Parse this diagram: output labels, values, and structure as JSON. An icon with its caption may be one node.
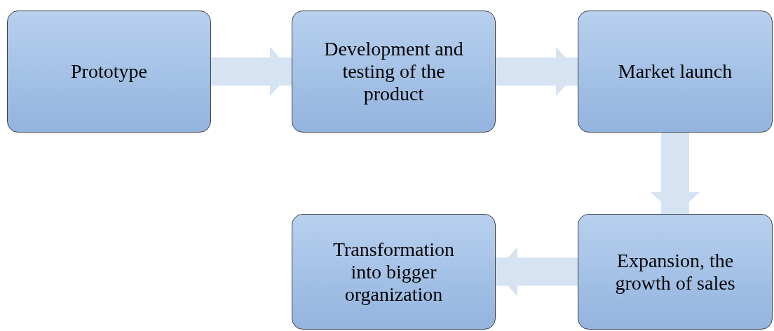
{
  "diagram": {
    "nodes": [
      {
        "text": [
          "Prototype"
        ]
      },
      {
        "text": [
          "Development and testing of the product"
        ]
      },
      {
        "text": [
          "Market launch"
        ]
      },
      {
        "text": [
          "Expansion, the growth of sales"
        ]
      },
      {
        "text": [
          "Transformation into bigger organization"
        ]
      }
    ],
    "edges": [
      {
        "from": 0,
        "to": 1,
        "arrow": "to"
      },
      {
        "from": 1,
        "to": 2,
        "arrow": "to"
      },
      {
        "from": 2,
        "to": 3,
        "arrow": "to"
      },
      {
        "from": 3,
        "to": 4,
        "arrow": "to"
      }
    ]
  }
}
